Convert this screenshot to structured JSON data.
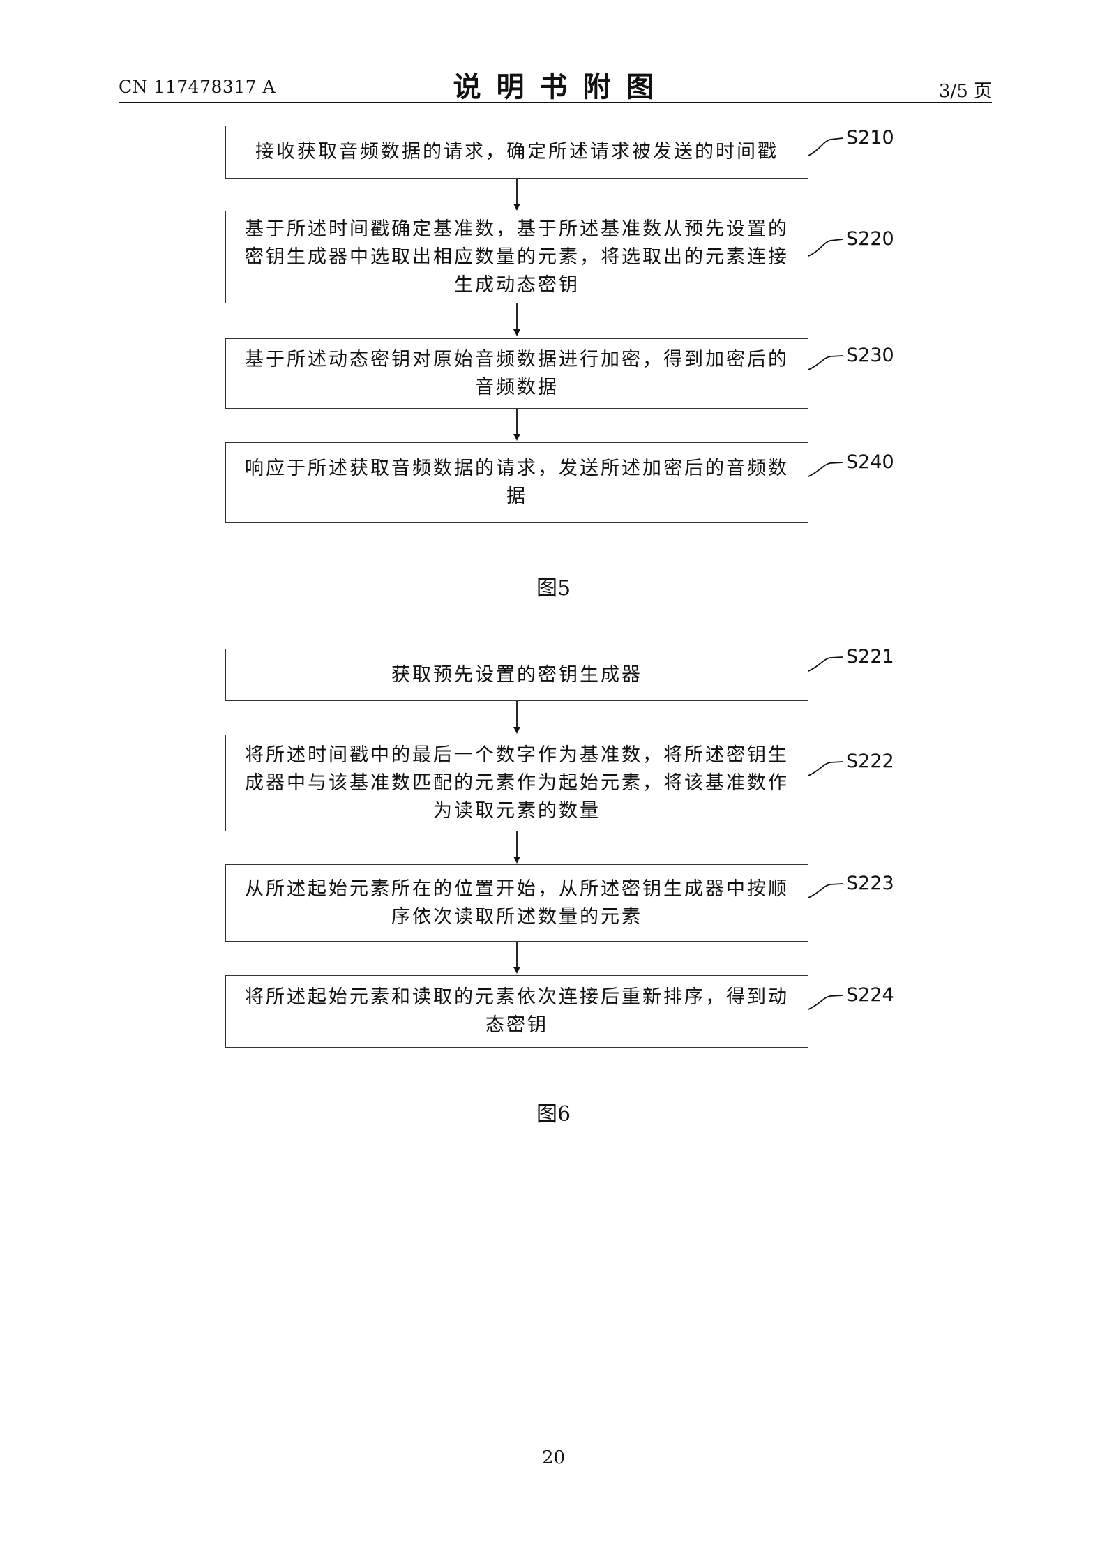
{
  "header": {
    "doc_number": "CN 117478317 A",
    "title": "说明书附图",
    "page_of": "3/5 页"
  },
  "figure5": {
    "caption": "图5",
    "steps": [
      {
        "id": "S210",
        "text": "接收获取音频数据的请求，确定所述请求被发送的时间戳"
      },
      {
        "id": "S220",
        "text": "基于所述时间戳确定基准数，基于所述基准数从预先设置的密钥生成器中选取出相应数量的元素，将选取出的元素连接生成动态密钥"
      },
      {
        "id": "S230",
        "text": "基于所述动态密钥对原始音频数据进行加密，得到加密后的音频数据"
      },
      {
        "id": "S240",
        "text": "响应于所述获取音频数据的请求，发送所述加密后的音频数据"
      }
    ]
  },
  "figure6": {
    "caption": "图6",
    "steps": [
      {
        "id": "S221",
        "text": "获取预先设置的密钥生成器"
      },
      {
        "id": "S222",
        "text": "将所述时间戳中的最后一个数字作为基准数，将所述密钥生成器中与该基准数匹配的元素作为起始元素，将该基准数作为读取元素的数量"
      },
      {
        "id": "S223",
        "text": "从所述起始元素所在的位置开始，从所述密钥生成器中按顺序依次读取所述数量的元素"
      },
      {
        "id": "S224",
        "text": "将所述起始元素和读取的元素依次连接后重新排序，得到动态密钥"
      }
    ]
  },
  "footer": {
    "page_number": "20"
  }
}
